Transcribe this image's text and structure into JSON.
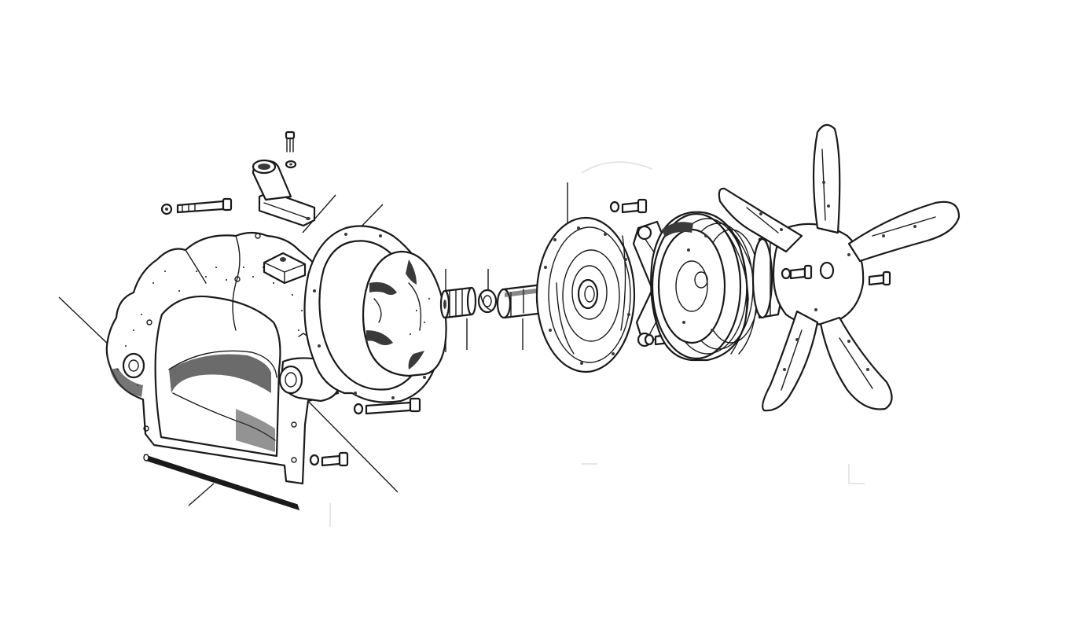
{
  "diagram": {
    "type": "exploded-parts-view",
    "parts": [
      {
        "id": "pump-housing",
        "icon": "pump-housing-icon"
      },
      {
        "id": "outlet-elbow",
        "icon": "outlet-elbow-icon"
      },
      {
        "id": "elbow-bolt",
        "icon": "bolt-icon"
      },
      {
        "id": "gasket",
        "icon": "gasket-ring-icon"
      },
      {
        "id": "impeller",
        "icon": "impeller-icon"
      },
      {
        "id": "shaft",
        "icon": "shaft-icon"
      },
      {
        "id": "seal-ring",
        "icon": "seal-ring-icon"
      },
      {
        "id": "bearing",
        "icon": "bearing-icon"
      },
      {
        "id": "front-plate",
        "icon": "front-plate-icon"
      },
      {
        "id": "hub",
        "icon": "hub-icon"
      },
      {
        "id": "pulley",
        "icon": "pulley-icon"
      },
      {
        "id": "fan",
        "icon": "fan-icon"
      },
      {
        "id": "long-rod",
        "icon": "rod-icon"
      }
    ],
    "colors": {
      "ink": "#1a1a1a",
      "background": "#ffffff"
    }
  }
}
